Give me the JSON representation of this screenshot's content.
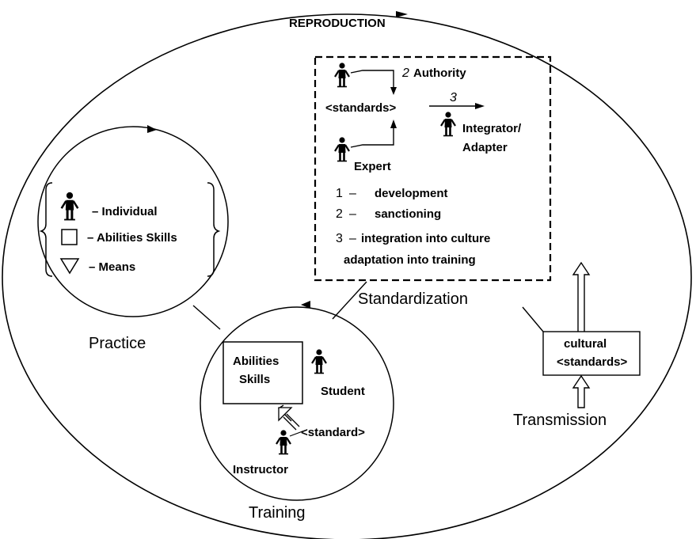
{
  "diagram": {
    "outer": {
      "title": "REPRODUCTION"
    },
    "standardization": {
      "label": "Standardization",
      "authority": "Authority",
      "standards": "<standards>",
      "expert": "Expert",
      "integrator_line1": "Integrator/",
      "integrator_line2": "Adapter",
      "arrow_2": "2",
      "arrow_3": "3",
      "legend": [
        {
          "num": "1",
          "dash": "–",
          "text": "development"
        },
        {
          "num": "2",
          "dash": "–",
          "text": "sanctioning"
        },
        {
          "num": "3",
          "dash": "–",
          "text": "integration into culture"
        },
        {
          "num": "",
          "dash": "",
          "text": "adaptation into training"
        }
      ]
    },
    "practice": {
      "label": "Practice",
      "legend": [
        {
          "symbol": "person-icon",
          "text": "–  Individual"
        },
        {
          "symbol": "square-icon",
          "text": "– Abilities Skills"
        },
        {
          "symbol": "triangle-icon",
          "text": "–  Means"
        }
      ]
    },
    "training": {
      "label": "Training",
      "box_line1": "Abilities",
      "box_line2": "Skills",
      "student": "Student",
      "standard": "<standard>",
      "instructor": "Instructor"
    },
    "transmission": {
      "label": "Transmission",
      "box_line1": "cultural",
      "box_line2": "<standards>"
    }
  }
}
